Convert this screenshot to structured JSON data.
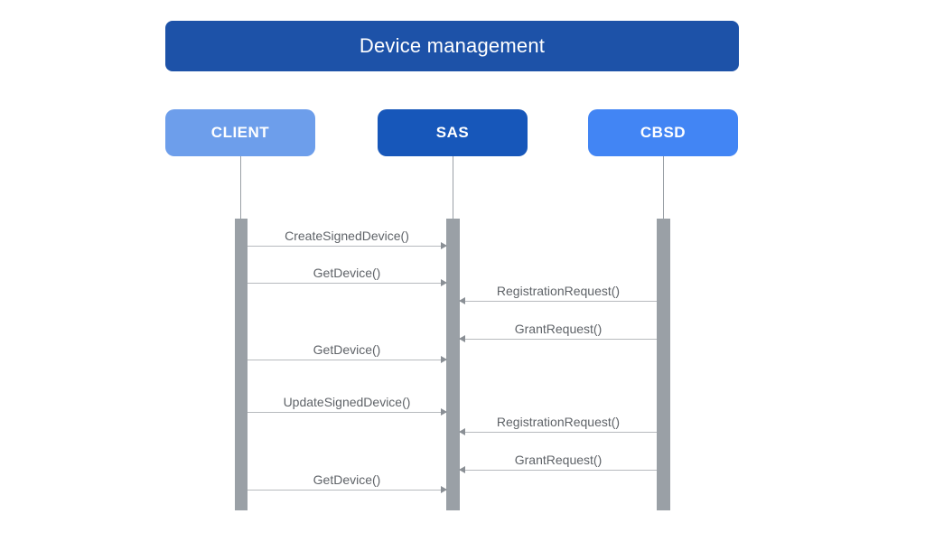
{
  "diagram": {
    "title": "Device management",
    "actors": [
      {
        "label": "CLIENT",
        "color": "#6d9eeb"
      },
      {
        "label": "SAS",
        "color": "#1757ba"
      },
      {
        "label": "CBSD",
        "color": "#4285f4"
      }
    ],
    "messages": [
      {
        "label": "CreateSignedDevice()",
        "from": "CLIENT",
        "to": "SAS",
        "direction": "right"
      },
      {
        "label": "GetDevice()",
        "from": "CLIENT",
        "to": "SAS",
        "direction": "right"
      },
      {
        "label": "RegistrationRequest()",
        "from": "CBSD",
        "to": "SAS",
        "direction": "left"
      },
      {
        "label": "GrantRequest()",
        "from": "CBSD",
        "to": "SAS",
        "direction": "left"
      },
      {
        "label": "GetDevice()",
        "from": "CLIENT",
        "to": "SAS",
        "direction": "right"
      },
      {
        "label": "UpdateSignedDevice()",
        "from": "CLIENT",
        "to": "SAS",
        "direction": "right"
      },
      {
        "label": "RegistrationRequest()",
        "from": "CBSD",
        "to": "SAS",
        "direction": "left"
      },
      {
        "label": "GrantRequest()",
        "from": "CBSD",
        "to": "SAS",
        "direction": "left"
      },
      {
        "label": "GetDevice()",
        "from": "CLIENT",
        "to": "SAS",
        "direction": "right"
      }
    ],
    "colors": {
      "title_bg": "#1d52a8",
      "title_text": "#ffffff",
      "actor_text": "#ffffff",
      "lifeline": "#9aa0a6",
      "activation_bar": "#9aa0a6",
      "arrow_line": "#b7babe",
      "arrow_head": "#8a8f95",
      "message_text": "#5f6368",
      "background": "#ffffff"
    }
  }
}
